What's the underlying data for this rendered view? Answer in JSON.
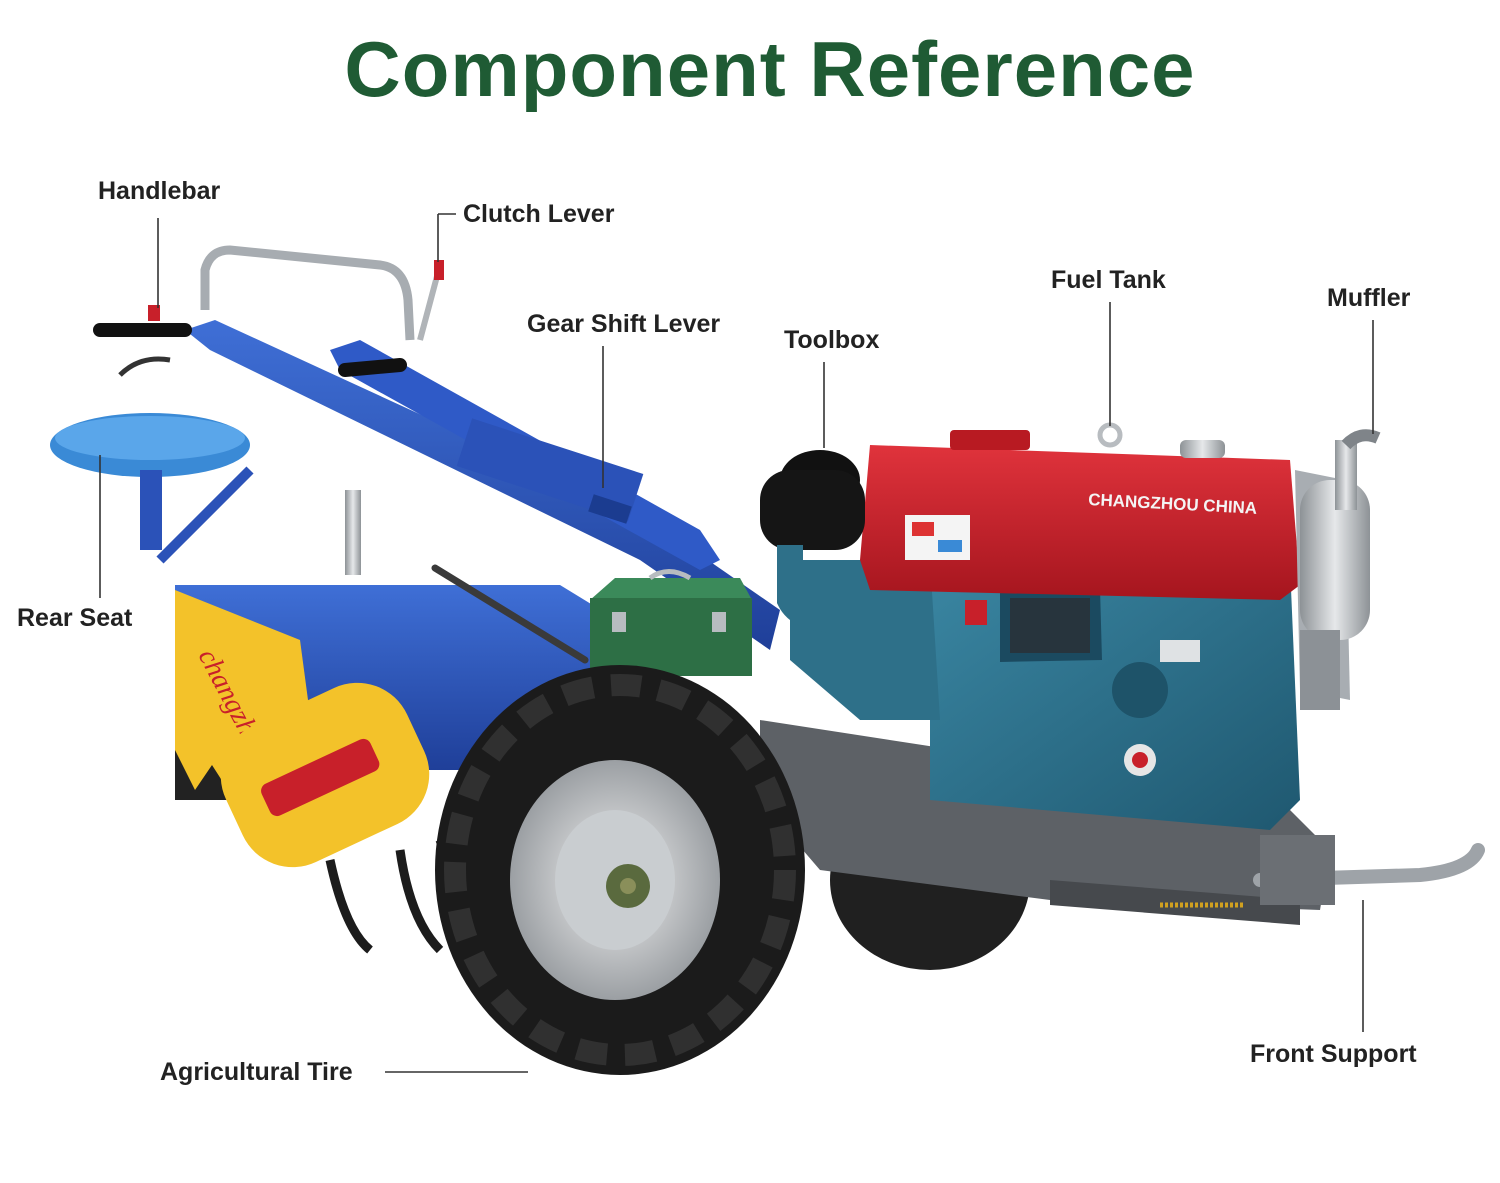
{
  "title": "Component Reference",
  "brand_text": "CHANGZHOU CHINA",
  "fender_text": "changzhou",
  "colors": {
    "title": "#1f5b34",
    "engine_block": "#2a6c86",
    "fuel_tank": "#c8202a",
    "frame_blue": "#2b52b8",
    "guard_yellow": "#f3c22a",
    "toolbox_green": "#2d6f45",
    "tire": "#1b1b1b"
  },
  "callouts": {
    "handlebar": "Handlebar",
    "clutch_lever": "Clutch Lever",
    "gear_shift_lever": "Gear Shift Lever",
    "toolbox": "Toolbox",
    "fuel_tank": "Fuel Tank",
    "muffler": "Muffler",
    "rear_seat": "Rear Seat",
    "agricultural_tire": "Agricultural Tire",
    "front_support": "Front Support"
  }
}
